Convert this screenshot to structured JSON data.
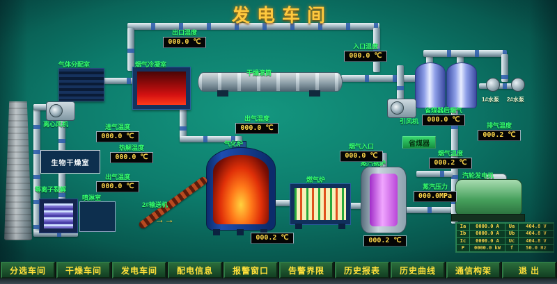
{
  "title": "发电车间",
  "colors": {
    "background": "#0d8a78",
    "title": "#ffc93e",
    "label_green": "#35ff6e",
    "value_yellow": "#ffd84a",
    "value_bg": "#000000",
    "button_bg": "#1c5a31",
    "button_text": "#ffe03a",
    "pipe_band_blue": "#2a5aaa",
    "flame_orange": "#ff7a1a"
  },
  "nav": [
    "分选车间",
    "干燥车间",
    "发电车间",
    "配电信息",
    "报警窗口",
    "告警界限",
    "历史报表",
    "历史曲线",
    "通信构架",
    "退 出"
  ],
  "equipment_labels": {
    "gas_dist": "气体分配室",
    "condenser": "烟气冷凝室",
    "drum": "干燥滚筒",
    "centrifugal_fan": "离心风机",
    "induced_fan": "引风机",
    "bio_dry_room": "生物干燥室",
    "plasma": "等离子裂解",
    "spray_room": "喷淋室",
    "gasifier": "气化炉",
    "conveyor2": "2#输送机",
    "gas_furnace": "燃气炉",
    "steam_boiler": "蒸汽锅炉",
    "economizer": "省煤器",
    "turbine_gen": "汽轮发电机",
    "pump1": "1#水泵",
    "pump2": "2#水泵"
  },
  "gauges": {
    "outlet_temp": {
      "label": "出口温度",
      "value": "000.0 ℃"
    },
    "inlet_temp": {
      "label": "入口温度",
      "value": "000.0 ℃"
    },
    "intake_temp": {
      "label": "进气温度",
      "value": "000.0 ℃"
    },
    "pyrolysis_temp": {
      "label": "热解温度",
      "value": "000.0 ℃"
    },
    "outgas_left": {
      "label": "出气温度",
      "value": "000.0 ℃"
    },
    "outgas_center": {
      "label": "出气温度",
      "value": "000.0 ℃"
    },
    "flue_inlet": {
      "label": "烟气入口",
      "value": "000.0 ℃"
    },
    "econ_after": {
      "label": "省煤器后烟气",
      "value": "000.0 ℃"
    },
    "flue_right": {
      "label": "烟气温度",
      "value": "000.2 ℃"
    },
    "exhaust_right": {
      "label": "排气温度",
      "value": "000.2 ℃"
    },
    "steam_pressure": {
      "label": "蒸汽压力",
      "value": "000.0MPa"
    },
    "gasifier_bottom": {
      "label": "",
      "value": "000.2 ℃"
    },
    "boiler_bottom": {
      "label": "",
      "value": "000.2 ℃"
    }
  },
  "gen_table": {
    "rows": [
      [
        "Ia",
        "0000.0 A",
        "Ua",
        "404.8 V"
      ],
      [
        "Ib",
        "0000.0 A",
        "Ub",
        "404.8 V"
      ],
      [
        "Ic",
        "0000.0 A",
        "Uc",
        "404.8 V"
      ],
      [
        "P",
        "0000.0 kW",
        "f",
        "50.0 Hz"
      ]
    ]
  },
  "misc": {
    "arrows": "→→"
  }
}
